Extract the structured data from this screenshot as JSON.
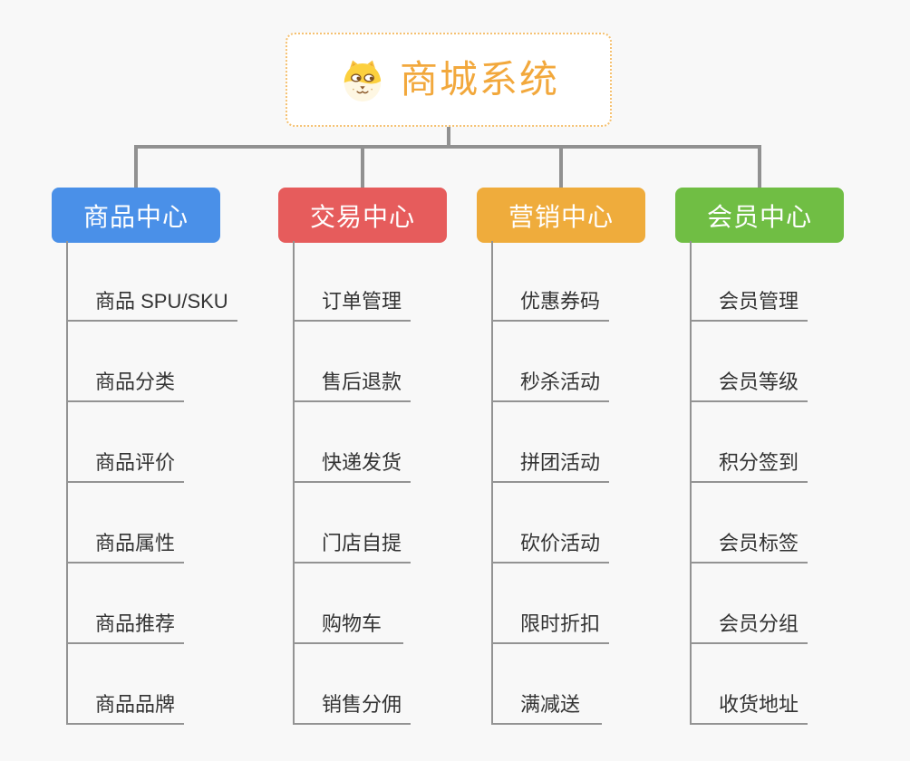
{
  "root": {
    "title": "商城系统",
    "accent_color": "#F2A83C",
    "border_color": "#F5C171",
    "icon": "dog-icon"
  },
  "branches": [
    {
      "label": "商品中心",
      "color": "#4A90E8",
      "items": [
        "商品 SPU/SKU",
        "商品分类",
        "商品评价",
        "商品属性",
        "商品推荐",
        "商品品牌"
      ]
    },
    {
      "label": "交易中心",
      "color": "#E65C5C",
      "items": [
        "订单管理",
        "售后退款",
        "快递发货",
        "门店自提",
        "购物车",
        "销售分佣"
      ]
    },
    {
      "label": "营销中心",
      "color": "#EFAC3C",
      "items": [
        "优惠券码",
        "秒杀活动",
        "拼团活动",
        "砍价活动",
        "限时折扣",
        "满减送"
      ]
    },
    {
      "label": "会员中心",
      "color": "#70BE44",
      "items": [
        "会员管理",
        "会员等级",
        "积分签到",
        "会员标签",
        "会员分组",
        "收货地址"
      ]
    }
  ],
  "colors": {
    "background": "#F8F8F8",
    "connector": "#919191",
    "underline": "#939393",
    "item_text": "#333333"
  }
}
